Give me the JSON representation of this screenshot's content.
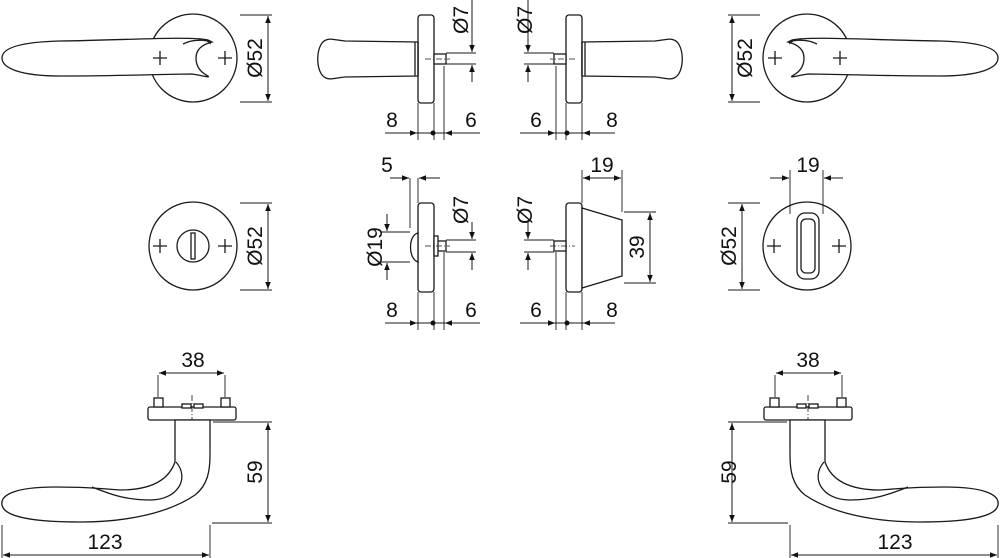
{
  "drawing": {
    "lever_front_left": {
      "diameter_label": "Ø52"
    },
    "lever_side_left": {
      "spindle_label": "Ø7",
      "rose_thickness_label": "8",
      "spindle_length_label": "6"
    },
    "lever_side_right": {
      "spindle_label": "Ø7",
      "spindle_length_label": "6",
      "rose_thickness_label": "8"
    },
    "lever_front_right": {
      "diameter_label": "Ø52"
    },
    "wc_front_left": {
      "diameter_label": "Ø52"
    },
    "wc_side_left": {
      "knob_offset_label": "5",
      "knob_diameter_label": "Ø19",
      "spindle_label": "Ø7",
      "rose_thickness_label": "8",
      "spindle_length_label": "6"
    },
    "wc_side_right": {
      "spindle_label": "Ø7",
      "cylinder_width_label": "19",
      "cylinder_height_label": "39",
      "spindle_length_label": "6",
      "rose_thickness_label": "8"
    },
    "wc_front_right": {
      "turn_width_label": "19",
      "diameter_label": "Ø52"
    },
    "lever_profile_left": {
      "screw_spacing_label": "38",
      "projection_label": "59",
      "length_label": "123"
    },
    "lever_profile_right": {
      "screw_spacing_label": "38",
      "projection_label": "59",
      "length_label": "123"
    }
  }
}
